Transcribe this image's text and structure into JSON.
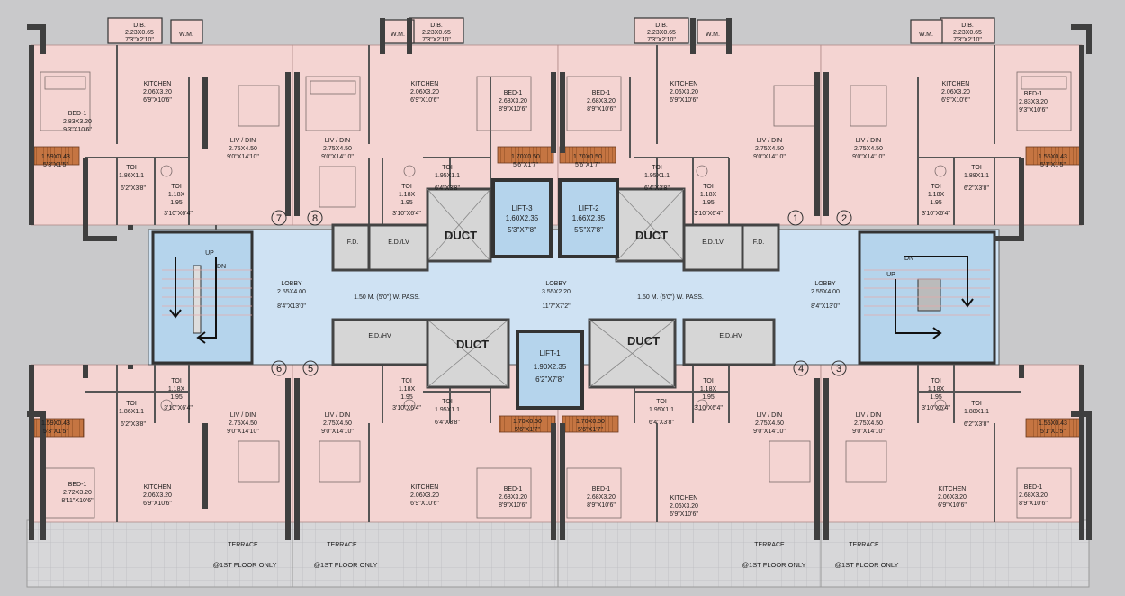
{
  "colors": {
    "background": "#c9c9cb",
    "apartment_floor": "#f4d4d2",
    "lobby": "#cfe2f3",
    "lift": "#b5d4ec",
    "duct": "#d6d6d6",
    "balcony_deck": "#c77a45",
    "wall": "#444444",
    "terrace": "#d9d9d9"
  },
  "units": [
    {
      "no": "1",
      "name": "unit-1"
    },
    {
      "no": "2",
      "name": "unit-2"
    },
    {
      "no": "3",
      "name": "unit-3"
    },
    {
      "no": "4",
      "name": "unit-4"
    },
    {
      "no": "5",
      "name": "unit-5"
    },
    {
      "no": "6",
      "name": "unit-6"
    },
    {
      "no": "7",
      "name": "unit-7"
    },
    {
      "no": "8",
      "name": "unit-8"
    }
  ],
  "core": {
    "duct": "DUCT",
    "fire_duct": "F.D.",
    "electrical_duct_lv": "E.D./LV",
    "electrical_duct_hv": "E.D./HV",
    "lobby_side_left": {
      "label": "LOBBY",
      "size": "2.55X4.00",
      "size_ft": "8'4\"X13'0\""
    },
    "lobby_side_right": {
      "label": "LOBBY",
      "size": "2.55X4.00",
      "size_ft": "8'4\"X13'0\""
    },
    "lobby_center": {
      "label": "LOBBY",
      "size": "3.55X2.20",
      "size_ft": "11'7\"X7'2\""
    },
    "passage": "1.50 M. (5'0\") W. PASS.",
    "stair_up": "UP",
    "stair_down": "DN",
    "lift1": {
      "label": "LIFT-1",
      "size": "1.90X2.35",
      "size_ft": "6'2\"X7'8\""
    },
    "lift2": {
      "label": "LIFT-2",
      "size": "1.66X2.35",
      "size_ft": "5'5\"X7'8\""
    },
    "lift3": {
      "label": "LIFT-3",
      "size": "1.60X2.35",
      "size_ft": "5'3\"X7'8\""
    }
  },
  "rooms": {
    "kitchen": {
      "label": "KITCHEN",
      "size": "2.06X3.20",
      "size_ft": "6'9\"X10'6\""
    },
    "liv_din": {
      "label": "LIV / DIN",
      "size": "2.75X4.50",
      "size_ft": "9'0\"X14'10\""
    },
    "toi_a": {
      "label": "TOI",
      "size": "1.18X",
      "size2": "1.95",
      "size_ft": "3'10\"X6'4\""
    },
    "toi_b": {
      "label": "TOI",
      "size": "1.95X1.1",
      "size_ft": "6'4\"X3'8\""
    },
    "toi_c": {
      "label": "TOI",
      "size": "1.88X1.1",
      "size_ft": "6'2\"X3'8\""
    },
    "toi_d": {
      "label": "TOI",
      "size": "1.86X1.1",
      "size_ft": "6'2\"X3'8\""
    },
    "bed_283": {
      "label": "BED-1",
      "size": "2.83X3.20",
      "size_ft": "9'3\"X10'6\""
    },
    "bed_268": {
      "label": "BED-1",
      "size": "2.68X3.20",
      "size_ft": "8'9\"X10'6\""
    },
    "bed_272": {
      "label": "BED-1",
      "size": "2.72X3.20",
      "size_ft": "8'11\"X10'6\""
    },
    "db": {
      "label": "D.B.",
      "size": "2.23X0.65",
      "size_ft": "7'3\"X2'10\""
    },
    "wm": "W.M.",
    "balcony_a": {
      "size": "1.70X0.50",
      "size_ft": "5'6\"X1'7\""
    },
    "balcony_b": {
      "size": "1.59X0.43",
      "size_ft": "5'3\"X1'5\""
    },
    "balcony_c": {
      "size": "1.55X0.43",
      "size_ft": "5'1\"X1'5\""
    }
  },
  "terrace": {
    "label": "TERRACE",
    "note": "@1ST FLOOR ONLY"
  }
}
